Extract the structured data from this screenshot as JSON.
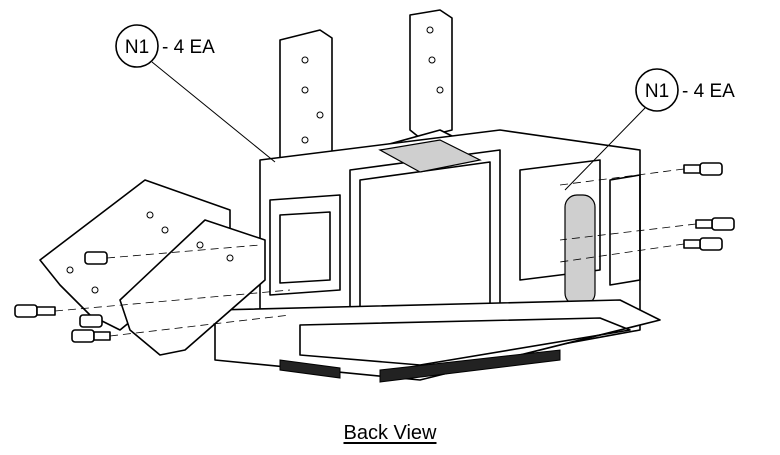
{
  "diagram": {
    "callouts": [
      {
        "id": "N1",
        "label": "N1",
        "quantity": "- 4 EA"
      },
      {
        "id": "N1",
        "label": "N1",
        "quantity": "- 4 EA"
      }
    ],
    "caption": "Back View"
  }
}
